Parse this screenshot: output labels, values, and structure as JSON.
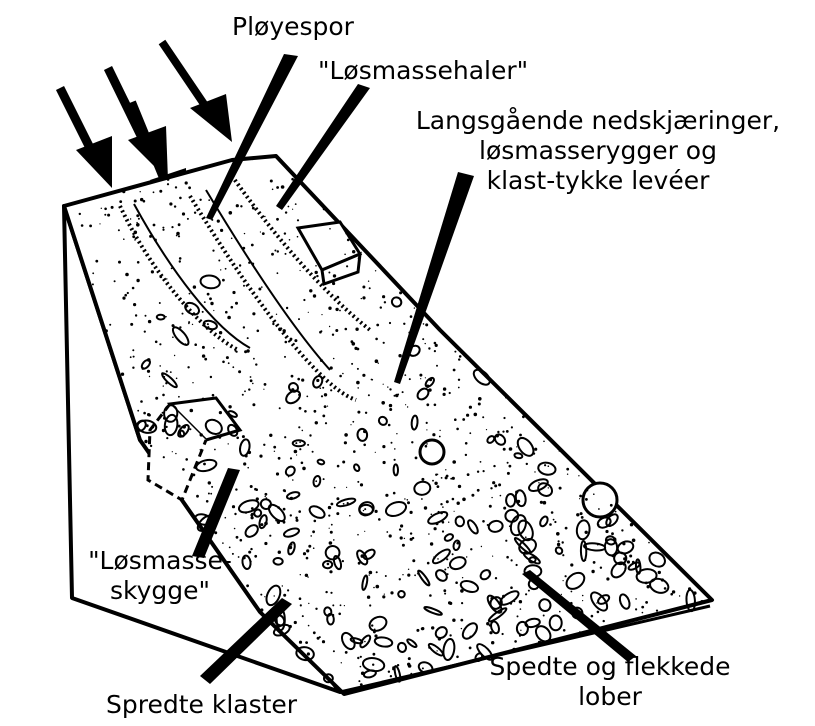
{
  "labels": {
    "ploughing_tracks": "Pløyespor",
    "sediment_tails": "\"Løsmassehaler\"",
    "longitudinal_line1": "Langsgående nedskjæringer,",
    "longitudinal_line2": "løsmasserygger og",
    "longitudinal_line3": "klast-tykke levéer",
    "shadow_line1": "\"Løsmasse-",
    "shadow_line2": "skygge\"",
    "scattered_clasts": "Spredte klaster",
    "lobes_line1": "Spedte og flekkede",
    "lobes_line2": "lober"
  },
  "colors": {
    "ink": "#000000",
    "paper": "#ffffff"
  }
}
